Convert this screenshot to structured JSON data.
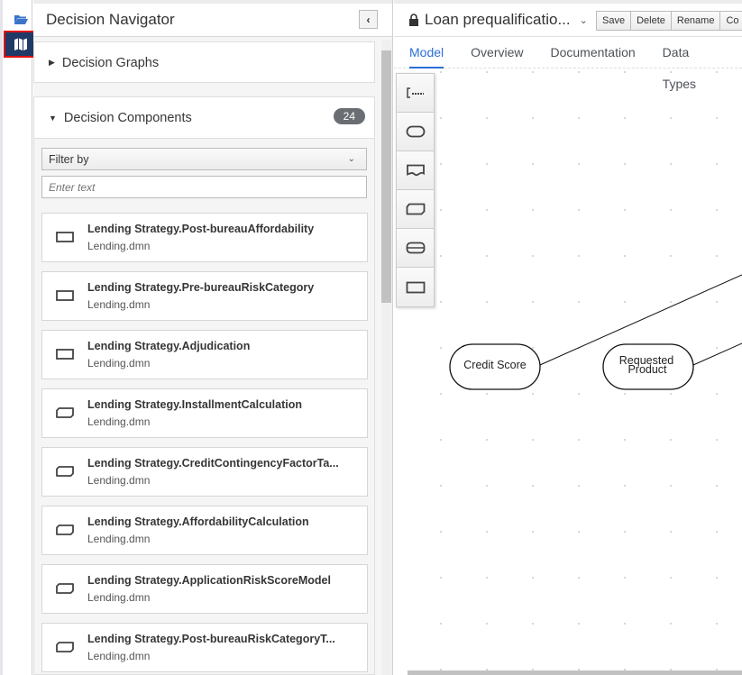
{
  "rail": {
    "items": [
      {
        "icon": "folder-open-icon"
      },
      {
        "icon": "map-icon",
        "active": true
      }
    ]
  },
  "navigator": {
    "title": "Decision Navigator",
    "graphs_label": "Decision Graphs",
    "components_label": "Decision Components",
    "components_count": "24",
    "filter_label": "Filter by",
    "search_placeholder": "Enter text",
    "items": [
      {
        "title": "Lending Strategy.Post-bureauAffordability",
        "file": "Lending.dmn",
        "type": "decision"
      },
      {
        "title": "Lending Strategy.Pre-bureauRiskCategory",
        "file": "Lending.dmn",
        "type": "decision"
      },
      {
        "title": "Lending Strategy.Adjudication",
        "file": "Lending.dmn",
        "type": "decision"
      },
      {
        "title": "Lending Strategy.InstallmentCalculation",
        "file": "Lending.dmn",
        "type": "bkm"
      },
      {
        "title": "Lending Strategy.CreditContingencyFactorTa...",
        "file": "Lending.dmn",
        "type": "bkm"
      },
      {
        "title": "Lending Strategy.AffordabilityCalculation",
        "file": "Lending.dmn",
        "type": "bkm"
      },
      {
        "title": "Lending Strategy.ApplicationRiskScoreModel",
        "file": "Lending.dmn",
        "type": "bkm"
      },
      {
        "title": "Lending Strategy.Post-bureauRiskCategoryT...",
        "file": "Lending.dmn",
        "type": "bkm"
      }
    ]
  },
  "editor": {
    "title": "Loan prequalificatio...",
    "buttons": {
      "save": "Save",
      "delete": "Delete",
      "rename": "Rename",
      "copy": "Co"
    },
    "tabs": [
      "Model",
      "Overview",
      "Documentation",
      "Data Types"
    ],
    "active_tab": "Model",
    "nodes": {
      "credit_score": "Credit Score",
      "requested_product_1": "Requested",
      "requested_product_2": "Product"
    }
  },
  "colors": {
    "accent": "#2b6fd6",
    "rail_active": "#1f3a66",
    "highlight": "#e01010"
  }
}
